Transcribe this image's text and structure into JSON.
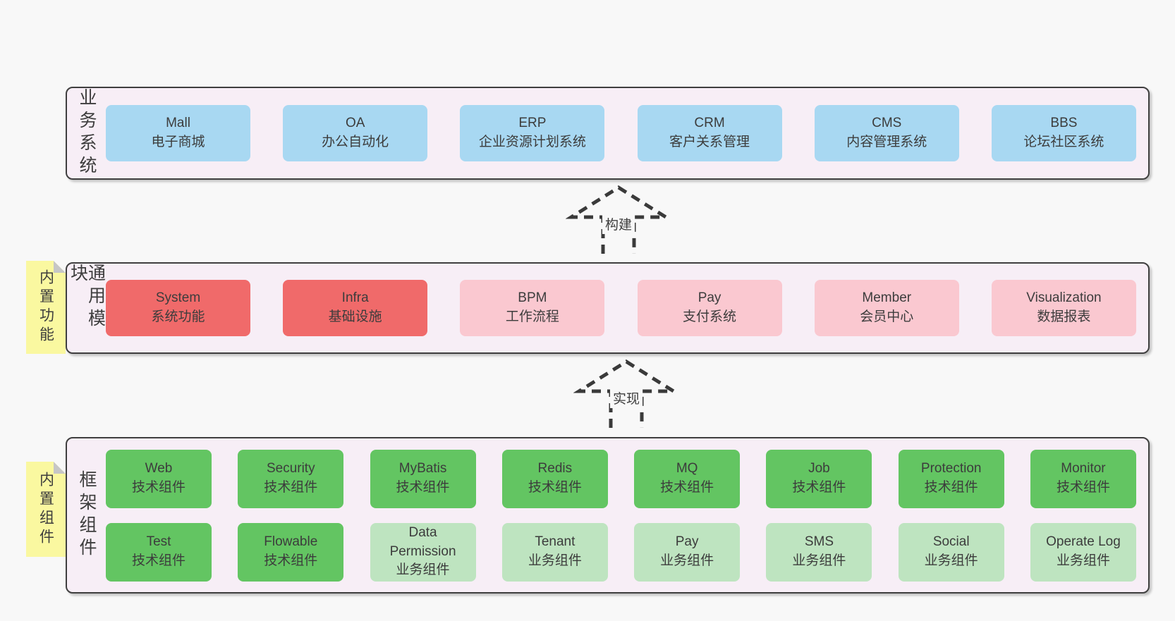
{
  "diagram": {
    "arrows": [
      {
        "label": "构建"
      },
      {
        "label": "实现"
      }
    ],
    "layers": [
      {
        "label": "业务系统",
        "boxes": [
          {
            "title": "Mall",
            "subtitle": "电子商城"
          },
          {
            "title": "OA",
            "subtitle": "办公自动化"
          },
          {
            "title": "ERP",
            "subtitle": "企业资源计划系统"
          },
          {
            "title": "CRM",
            "subtitle": "客户关系管理"
          },
          {
            "title": "CMS",
            "subtitle": "内容管理系统"
          },
          {
            "title": "BBS",
            "subtitle": "论坛社区系统"
          }
        ]
      },
      {
        "label": "通用模块",
        "note": "内置功能",
        "boxes": [
          {
            "title": "System",
            "subtitle": "系统功能"
          },
          {
            "title": "Infra",
            "subtitle": "基础设施"
          },
          {
            "title": "BPM",
            "subtitle": "工作流程"
          },
          {
            "title": "Pay",
            "subtitle": "支付系统"
          },
          {
            "title": "Member",
            "subtitle": "会员中心"
          },
          {
            "title": "Visualization",
            "subtitle": "数据报表"
          }
        ]
      },
      {
        "label": "框架组件",
        "note": "内置组件",
        "rows": [
          [
            {
              "title": "Web",
              "subtitle": "技术组件"
            },
            {
              "title": "Security",
              "subtitle": "技术组件"
            },
            {
              "title": "MyBatis",
              "subtitle": "技术组件"
            },
            {
              "title": "Redis",
              "subtitle": "技术组件"
            },
            {
              "title": "MQ",
              "subtitle": "技术组件"
            },
            {
              "title": "Job",
              "subtitle": "技术组件"
            },
            {
              "title": "Protection",
              "subtitle": "技术组件"
            },
            {
              "title": "Monitor",
              "subtitle": "技术组件"
            }
          ],
          [
            {
              "title": "Test",
              "subtitle": "技术组件"
            },
            {
              "title": "Flowable",
              "subtitle": "技术组件"
            },
            {
              "title": "Data Permission",
              "subtitle": "业务组件"
            },
            {
              "title": "Tenant",
              "subtitle": "业务组件"
            },
            {
              "title": "Pay",
              "subtitle": "业务组件"
            },
            {
              "title": "SMS",
              "subtitle": "业务组件"
            },
            {
              "title": "Social",
              "subtitle": "业务组件"
            },
            {
              "title": "Operate Log",
              "subtitle": "业务组件"
            }
          ]
        ]
      }
    ],
    "colors": {
      "page_bg": "#f8f8f8",
      "panel_bg": "#f7eef6",
      "panel_border": "#3f3f3f",
      "business_box": "#a8d8f2",
      "core_module_box": "#f06a6a",
      "optional_module_box": "#fac8d0",
      "tech_component_box": "#63c562",
      "biz_component_box": "#bee4c0",
      "note_yellow": "#faf8a0",
      "text": "#3d3d3d"
    }
  }
}
